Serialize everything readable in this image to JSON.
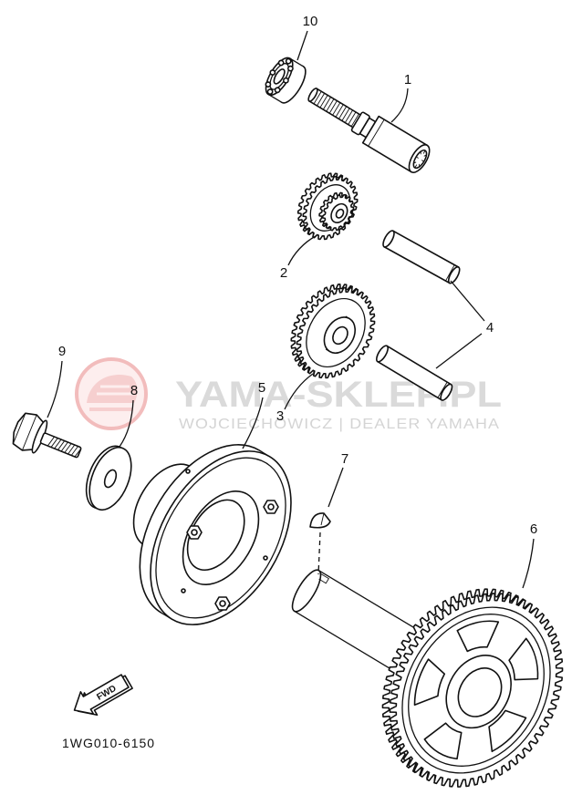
{
  "callouts": {
    "part_1": "1",
    "part_2": "2",
    "part_3": "3",
    "part_4": "4",
    "part_5": "5",
    "part_6": "6",
    "part_7": "7",
    "part_8": "8",
    "part_9": "9",
    "part_10": "10"
  },
  "fwd_label": "FWD",
  "catalog_code": "1WG010-6150",
  "watermark": {
    "brand": "YAMA-SKLEP.PL",
    "dealer": "WOJCIECHOWICZ | DEALER YAMAHA"
  },
  "icons": {
    "logo": "dealer-logo-icon",
    "direction": "forward-arrow-icon"
  },
  "colors": {
    "line": "#111111",
    "watermark_text": "#dadada",
    "watermark_logo": "#f2bcbc"
  }
}
